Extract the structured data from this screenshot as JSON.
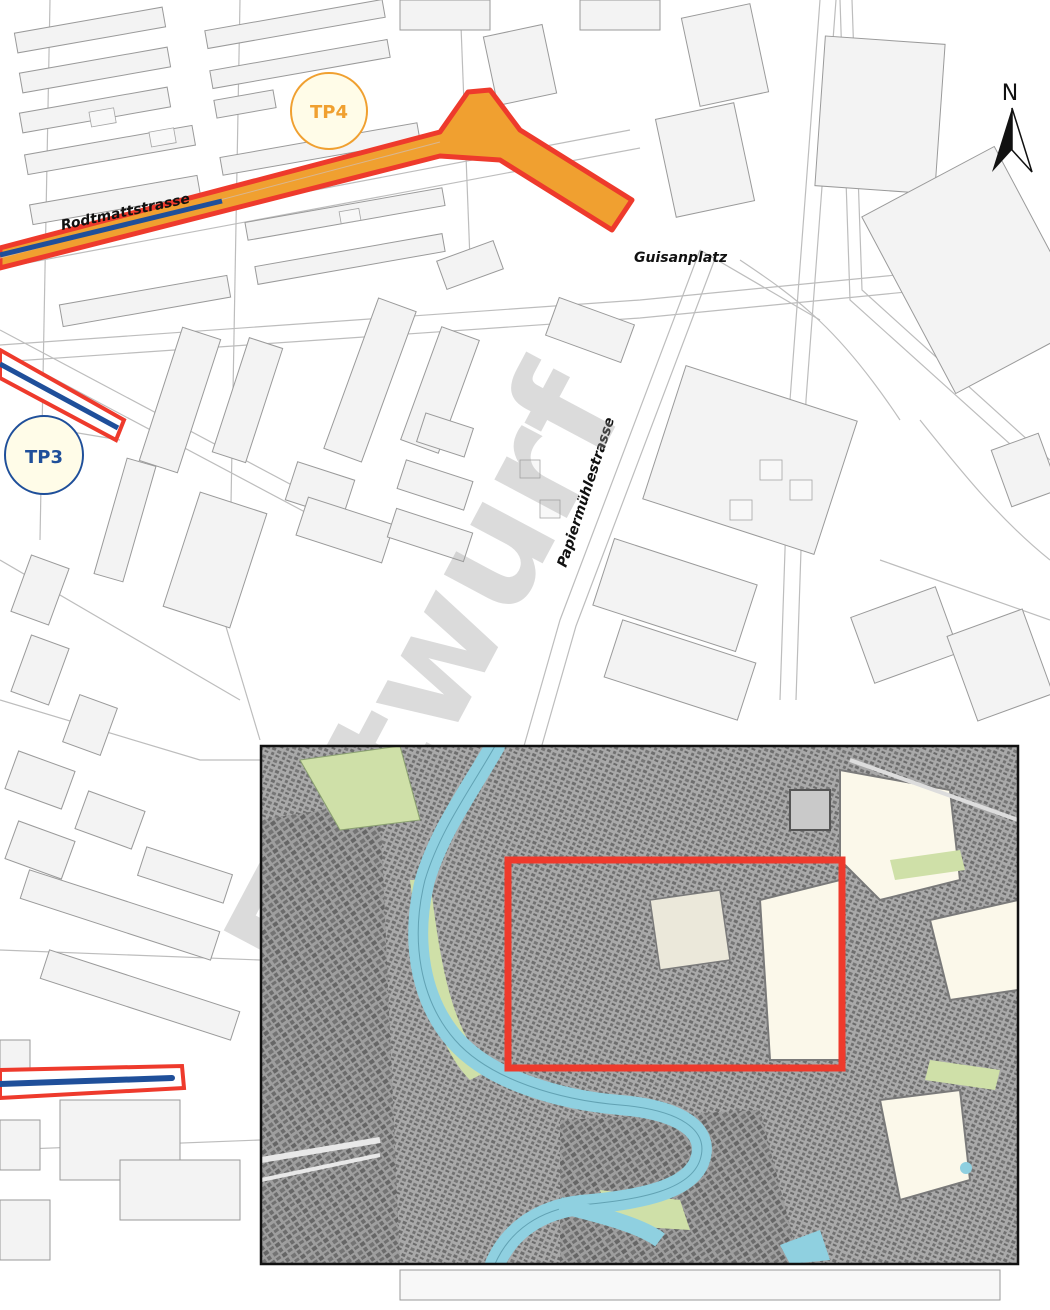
{
  "map": {
    "streets": {
      "rodtmattstrasse": "Rodtmattstrasse",
      "guisanplatz": "Guisanplatz",
      "papiermuhlestrasse": "Papiermühlestrasse"
    },
    "sections": {
      "tp4": "TP4",
      "tp3": "TP3"
    },
    "north_arrow": "N",
    "watermark": "Entwurf"
  },
  "colors": {
    "tp4": "#f0a030",
    "tp3": "#1f4f9a",
    "outline": "#ee3a2c",
    "river": "#8fd0e0",
    "green": "#cfe0a8",
    "building": "#f2f2f2",
    "building_edge": "#9a9a9a",
    "inset_base": "#fbf8ea",
    "inset_urban": "#6f6f6f"
  }
}
